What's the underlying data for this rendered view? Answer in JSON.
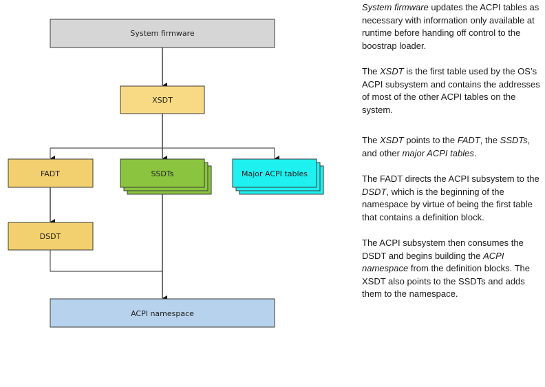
{
  "diagram": {
    "title": "ACPI table hierarchy",
    "colors": {
      "firmware": "#d6d6d6",
      "xsdt": "#f9da84",
      "fadt": "#f3d06f",
      "dsdt": "#f3d06f",
      "ssdt": "#8bc53f",
      "major": "#1ff0f0",
      "namespace": "#b7d2ec",
      "stroke": "#3a3a3a",
      "connector": "#555555"
    },
    "nodes": {
      "firmware": {
        "label": "System firmware"
      },
      "xsdt": {
        "label": "XSDT"
      },
      "fadt": {
        "label": "FADT"
      },
      "ssdts": {
        "label": "SSDTs",
        "stacked": true
      },
      "major": {
        "label": "Major ACPI tables",
        "stacked": true
      },
      "dsdt": {
        "label": "DSDT"
      },
      "namespace": {
        "label": "ACPI namespace"
      }
    },
    "edges": [
      {
        "from": "firmware",
        "to": "xsdt"
      },
      {
        "from": "xsdt",
        "to": "fadt"
      },
      {
        "from": "xsdt",
        "to": "ssdts"
      },
      {
        "from": "xsdt",
        "to": "major"
      },
      {
        "from": "fadt",
        "to": "dsdt"
      },
      {
        "from": "dsdt",
        "to": "namespace"
      },
      {
        "from": "ssdts",
        "to": "namespace"
      }
    ]
  },
  "notes": [
    {
      "segments": [
        {
          "text": "System firmware",
          "italic": true
        },
        {
          "text": " updates the ACPI tables as necessary with information only available at runtime before handing off control to the boostrap loader."
        }
      ]
    },
    {
      "segments": [
        {
          "text": "The "
        },
        {
          "text": "XSDT",
          "italic": true
        },
        {
          "text": " is the first table used by the OS’s ACPI subsystem and contains the addresses of most of the other ACPI tables on the system."
        }
      ]
    },
    {
      "segments": [
        {
          "text": "The "
        },
        {
          "text": "XSDT",
          "italic": true
        },
        {
          "text": " points to the "
        },
        {
          "text": "FADT",
          "italic": true
        },
        {
          "text": ", the "
        },
        {
          "text": "SSDTs",
          "italic": true
        },
        {
          "text": ", and other "
        },
        {
          "text": "major ACPI tables",
          "italic": true
        },
        {
          "text": "."
        }
      ]
    },
    {
      "segments": [
        {
          "text": " The FADT directs the ACPI subsystem to the "
        },
        {
          "text": "DSDT",
          "italic": true
        },
        {
          "text": ", which is the beginning of the namespace by virtue of being the first table that contains a definition block."
        }
      ]
    },
    {
      "segments": [
        {
          "text": "The ACPI subsystem then consumes the DSDT and begins building the "
        },
        {
          "text": "ACPI namespace",
          "italic": true
        },
        {
          "text": " from the definition blocks. The XSDT also points to the SSDTs and adds them to the namespace."
        }
      ]
    }
  ]
}
